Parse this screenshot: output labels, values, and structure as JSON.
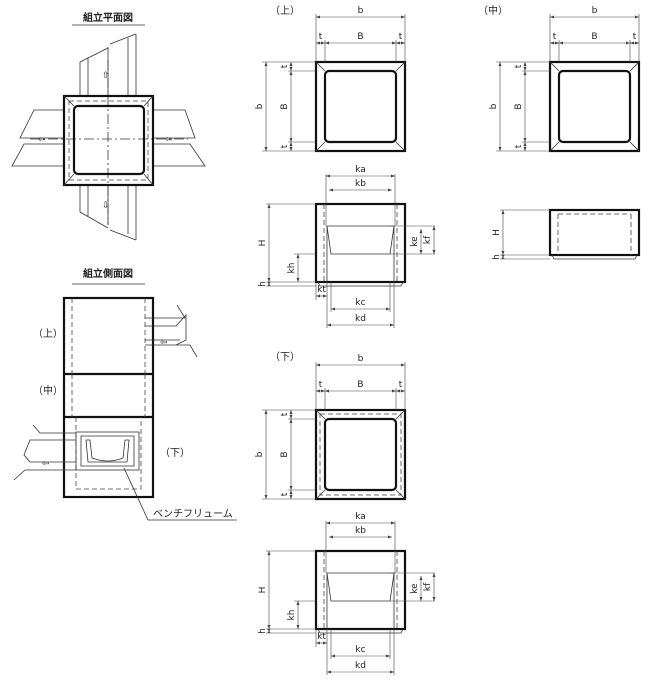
{
  "titles": {
    "plan": "組立平面図",
    "side": "組立側面図"
  },
  "views": {
    "upper": "（上）",
    "middle": "（中）",
    "lower": "（下）"
  },
  "callout": "ベンチフリューム",
  "dims": {
    "b": "b",
    "B": "B",
    "t": "t",
    "H": "H",
    "h": "h",
    "ka": "ka",
    "kb": "kb",
    "kc": "kc",
    "kd": "kd",
    "ke": "ke",
    "kf": "kf",
    "kh": "kh",
    "kt": "kt"
  }
}
